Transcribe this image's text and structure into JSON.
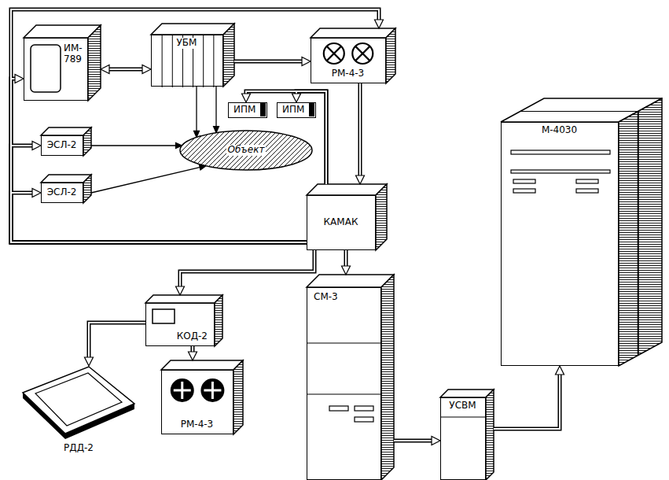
{
  "diagram": {
    "nodes": [
      {
        "text": [
          "ИМ- 789"
        ]
      },
      {
        "text": [
          "УБМ"
        ]
      },
      {
        "text": [
          "РМ-4-3"
        ]
      },
      {
        "text": [
          "ИПМ"
        ]
      },
      {
        "text": [
          "ИПМ"
        ]
      },
      {
        "text": [
          "ЭСЛ-2"
        ]
      },
      {
        "text": [
          "ЭСЛ-2"
        ]
      },
      {
        "text": [
          "Объект"
        ]
      },
      {
        "text": [
          "КАМАК"
        ]
      },
      {
        "text": [
          "КОД-2"
        ]
      },
      {
        "text": [
          "РДД-2"
        ]
      },
      {
        "text": [
          "РМ-4-3"
        ]
      },
      {
        "text": [
          "СМ-3"
        ]
      },
      {
        "text": [
          "УСВМ"
        ]
      },
      {
        "text": [
          "М-4030"
        ]
      }
    ],
    "edges": [
      {
        "from": 1,
        "to": 0,
        "arrow": "both"
      },
      {
        "from": 1,
        "to": 2,
        "arrow": "to"
      },
      {
        "from": 2,
        "to": 8,
        "arrow": "to"
      },
      {
        "from": 8,
        "to": 0,
        "arrow": "to"
      },
      {
        "from": 8,
        "to": 5,
        "arrow": "to"
      },
      {
        "from": 8,
        "to": 6,
        "arrow": "to"
      },
      {
        "from": 8,
        "to": 3,
        "arrow": "to"
      },
      {
        "from": 8,
        "to": 4,
        "arrow": "to"
      },
      {
        "from": 1,
        "to": 7,
        "arrow": "to"
      },
      {
        "from": 1,
        "to": 7,
        "arrow": "to"
      },
      {
        "from": 5,
        "to": 7,
        "arrow": "to"
      },
      {
        "from": 6,
        "to": 7,
        "arrow": "to"
      },
      {
        "from": 8,
        "to": 9,
        "arrow": "to"
      },
      {
        "from": 9,
        "to": 10,
        "arrow": "to"
      },
      {
        "from": 9,
        "to": 11,
        "arrow": "to"
      },
      {
        "from": 8,
        "to": 12,
        "arrow": "to"
      },
      {
        "from": 12,
        "to": 13,
        "arrow": "to"
      },
      {
        "from": 13,
        "to": 14,
        "arrow": "to"
      },
      {
        "from": 8,
        "to": 2,
        "arrow": "to"
      }
    ]
  }
}
